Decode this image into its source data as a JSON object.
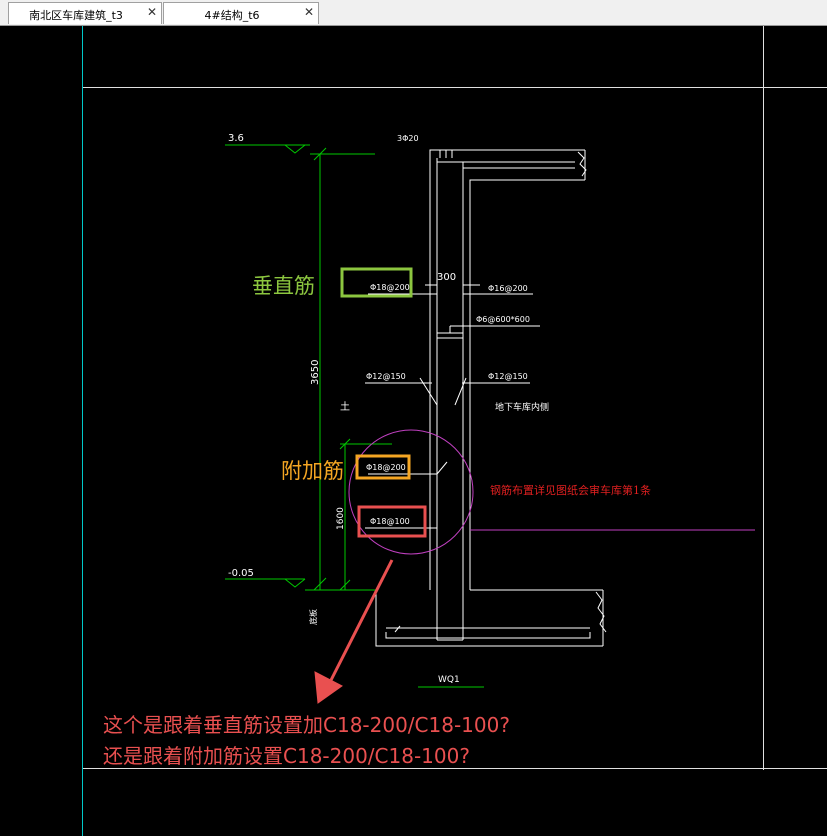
{
  "tabs": [
    {
      "label": "南北区车库建筑_t3",
      "close": "✕"
    },
    {
      "label": "4#结构_t6",
      "close": "✕"
    }
  ],
  "drawing": {
    "elev_top": "3.6",
    "top_bar": "3Φ20",
    "dim_300": "300",
    "rebar_vertical": "Φ18@200",
    "rebar_right_1": "Φ16@200",
    "rebar_tie": "Φ6@600*600",
    "rebar_left_h": "Φ12@150",
    "rebar_right_h": "Φ12@150",
    "soil": "土",
    "inner_side": "地下车库内侧",
    "dim_3650": "3650",
    "rebar_additional": "Φ18@200",
    "rebar_bottom": "Φ18@100",
    "dim_1600": "1600",
    "elev_bottom": "-0.05",
    "footing_label": "底板",
    "wall_label": "WQ1",
    "note_red": "钢筋布置详见图纸会审车库第1条"
  },
  "annotations": {
    "vertical_label": "垂直筋",
    "additional_label": "附加筋",
    "question_line1": "这个是跟着垂直筋设置加C18-200/C18-100?",
    "question_line2": "还是跟着附加筋设置C18-200/C18-100?"
  },
  "colors": {
    "green": "#8cc63f",
    "orange": "#f5a623",
    "red": "#e95050",
    "cad_green": "#00c800",
    "magenta": "#c040c0",
    "cyan": "#00c8c8"
  }
}
